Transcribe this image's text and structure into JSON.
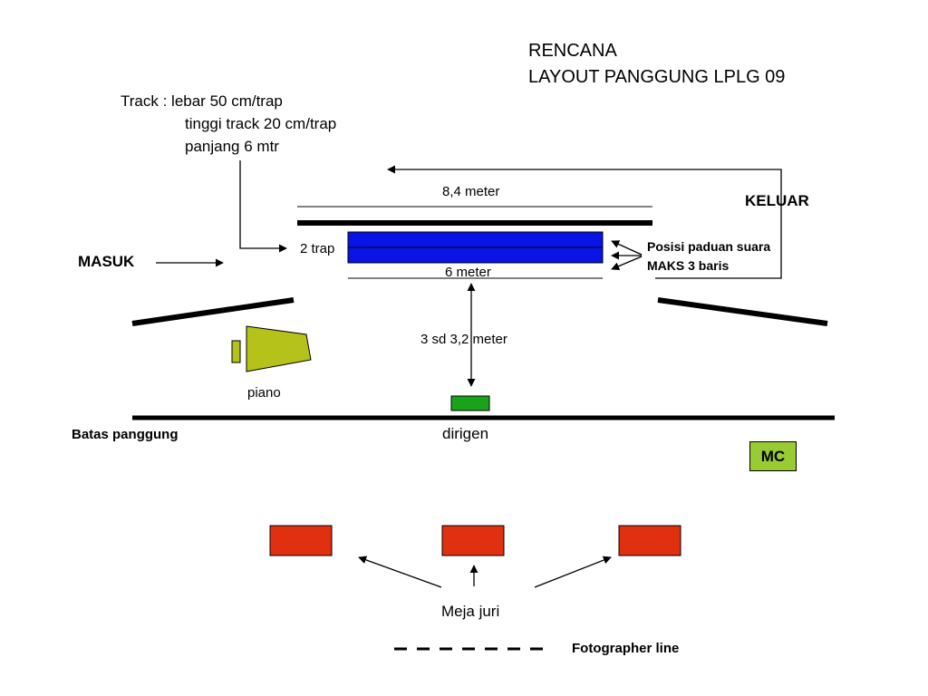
{
  "title": {
    "line1": "RENCANA",
    "line2": "LAYOUT PANGGUNG LPLG 09"
  },
  "track_note": {
    "line1": "Track :  lebar 50 cm/trap",
    "line2": "tinggi track 20 cm/trap",
    "line3": "panjang 6 mtr"
  },
  "labels": {
    "width_84": "8,4 meter",
    "keluar": "KELUAR",
    "masuk": "MASUK",
    "two_trap": "2 trap",
    "six_meter": "6 meter",
    "choir_line1": "Posisi paduan suara",
    "choir_line2": "MAKS 3 baris",
    "distance": "3 sd 3,2 meter",
    "piano": "piano",
    "dirigen": "dirigen",
    "batas": "Batas panggung",
    "mc": "MC",
    "meja_juri": "Meja juri",
    "fotographer": "Fotographer line"
  },
  "colors": {
    "choir_riser": "#0a14e6",
    "piano": "#b5c21a",
    "conductor": "#1aa31a",
    "mc": "#99cc33",
    "jury_table": "#e03010"
  }
}
